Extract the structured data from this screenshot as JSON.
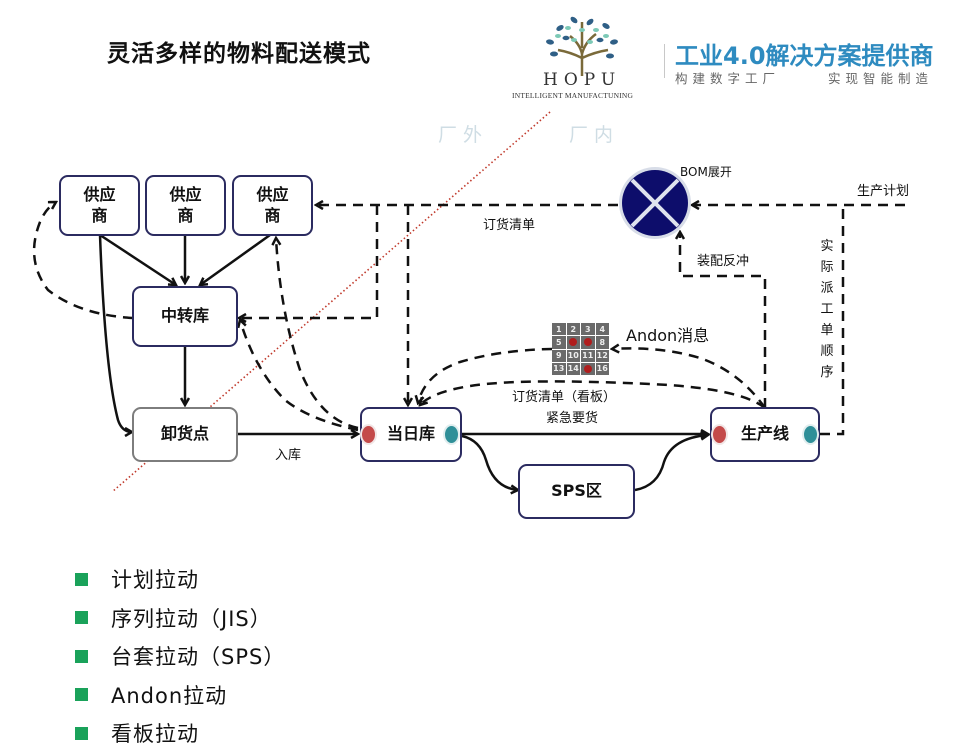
{
  "slide": {
    "title": "灵活多样的物料配送模式"
  },
  "logo": {
    "brand": "HOPU",
    "tagline": "INTELLIGENT MANUFACTUNING",
    "slogan": "工业4.0解决方案提供商",
    "subslogan_left": "构建数字工厂",
    "subslogan_right": "实现智能制造",
    "slogan_color": "#2e8bc0"
  },
  "zones": {
    "outside": "厂外",
    "inside": "厂内"
  },
  "nodes": {
    "supplier_1": "供应\n商",
    "supplier_2": "供应\n商",
    "supplier_3": "供应\n商",
    "transit_warehouse": "中转库",
    "unloading_point": "卸货点",
    "daily_warehouse": "当日库",
    "sps_area": "SPS区",
    "production_line": "生产线",
    "bom": "BOM展开"
  },
  "edge_labels": {
    "order_list": "订货清单",
    "inbound": "入库",
    "assembly_backflush": "装配反冲",
    "production_plan": "生产计划",
    "andon_message": "Andon消息",
    "kanban_order": "订货清单（看板）",
    "urgent_request": "紧急要货",
    "actual_dispatch_order": "实际派工单顺序"
  },
  "andon_board": {
    "cells": [
      "1",
      "2",
      "3",
      "4",
      "5",
      "6",
      "7",
      "8",
      "9",
      "10",
      "11",
      "12",
      "13",
      "14",
      "15",
      "16"
    ],
    "alert_cells": [
      "6",
      "7",
      "15"
    ]
  },
  "colors": {
    "node_border": "#2b2b60",
    "bom_fill": "#0d0d6b",
    "divider_line": "#c0392b",
    "bullet_square": "#1aa25a",
    "inlet_dot": "#c44a4a",
    "outlet_dot": "#2f8f98"
  },
  "bullets": [
    {
      "text": "计划拉动"
    },
    {
      "text": "序列拉动（JIS）"
    },
    {
      "text": "台套拉动（SPS）"
    },
    {
      "text": "Andon拉动"
    },
    {
      "text": "看板拉动"
    }
  ]
}
